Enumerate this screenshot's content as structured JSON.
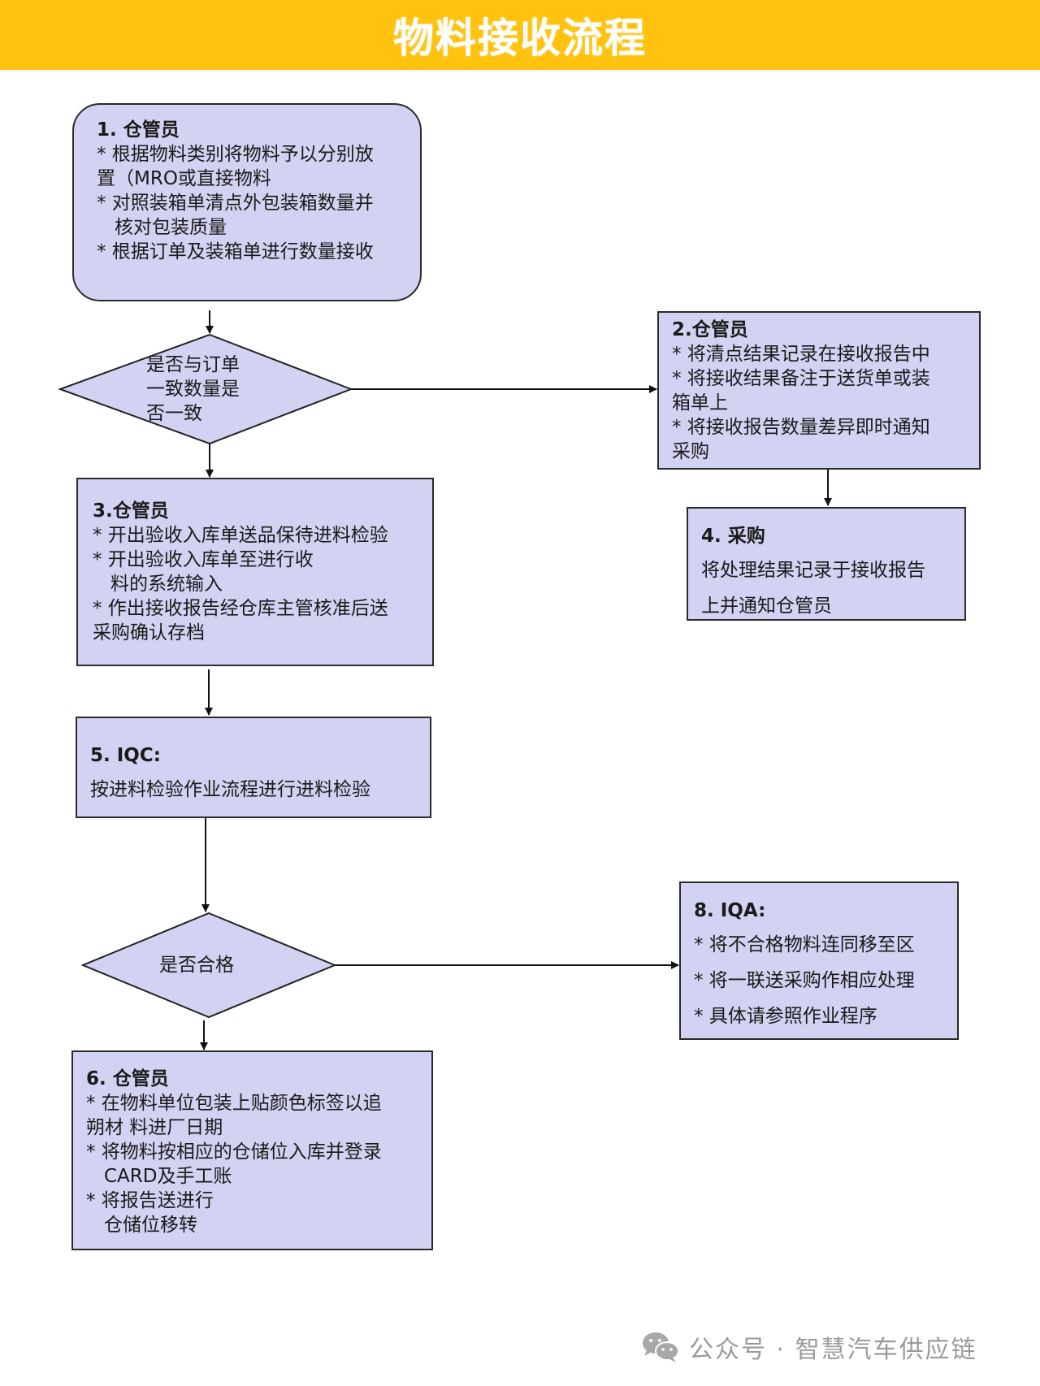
{
  "header": {
    "title": "物料接收流程"
  },
  "colors": {
    "banner": "#FFC20E",
    "box_fill": "#D2D2F2",
    "box_border": "#2b2b2b",
    "footer_text": "#9a9a9a"
  },
  "steps": {
    "s1": {
      "title": "1. 仓管员",
      "lines": [
        "* 根据物料类别将物料予以分别放",
        "置（MRO或直接物料",
        "* 对照装箱单清点外包装箱数量并",
        "核对包装质量",
        "* 根据订单及装箱单进行数量接收"
      ]
    },
    "s2": {
      "title": "2.仓管员",
      "lines": [
        "* 将清点结果记录在接收报告中",
        "* 将接收结果备注于送货单或装",
        "箱单上",
        "* 将接收报告数量差异即时通知",
        "采购"
      ]
    },
    "s3": {
      "title": "3.仓管员",
      "lines": [
        "* 开出验收入库单送品保待进料检验",
        "* 开出验收入库单至进行收",
        "料的系统输入",
        "* 作出接收报告经仓库主管核准后送",
        "采购确认存档"
      ]
    },
    "s4": {
      "title": "4. 采购",
      "lines": [
        "将处理结果记录于接收报告",
        "上并通知仓管员"
      ]
    },
    "s5": {
      "title": "5. IQC:",
      "lines": [
        "按进料检验作业流程进行进料检验"
      ]
    },
    "s6": {
      "title": "6. 仓管员",
      "lines": [
        "* 在物料单位包装上贴颜色标签以追",
        "朔材 料进厂日期",
        "* 将物料按相应的仓储位入库并登录",
        "CARD及手工账",
        "* 将报告送进行",
        "仓储位移转"
      ]
    },
    "s8": {
      "title": "8. IQA:",
      "lines": [
        "* 将不合格物料连同移至区",
        "* 将一联送采购作相应处理",
        "* 具体请参照作业程序"
      ]
    }
  },
  "decisions": {
    "d1": {
      "lines": [
        "是否与订单",
        "一致数量是",
        "否一致"
      ]
    },
    "d2": {
      "lines": [
        "是否合格"
      ]
    }
  },
  "footer": {
    "icon": "wechat-icon",
    "text": "公众号 · 智慧汽车供应链"
  }
}
